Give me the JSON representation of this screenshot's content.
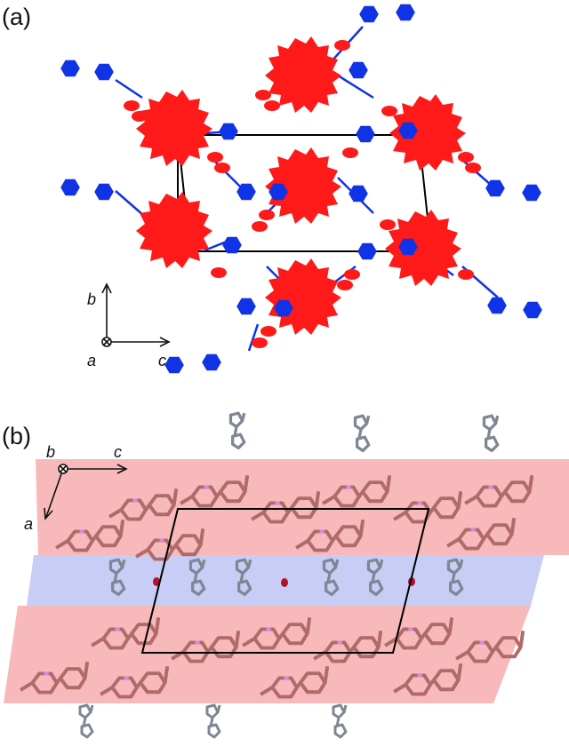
{
  "panel_a": {
    "label": "(a)",
    "axes": {
      "vertical": "b",
      "horizontal": "c",
      "into_page": "a"
    },
    "colors": {
      "metal_complex": "#ff1a1a",
      "pyridyl_ligand": "#1133e6",
      "cell": "#000000"
    }
  },
  "panel_b": {
    "label": "(b)",
    "axes": {
      "into_page": "b",
      "horizontal": "c",
      "down": "a"
    },
    "colors": {
      "layer_porphyrin": "#f7b9b9",
      "layer_guest": "#c8cdf6",
      "stick_bonds": "#b06a6a",
      "guest_bonds": "#7f8794",
      "cell": "#000000"
    }
  }
}
